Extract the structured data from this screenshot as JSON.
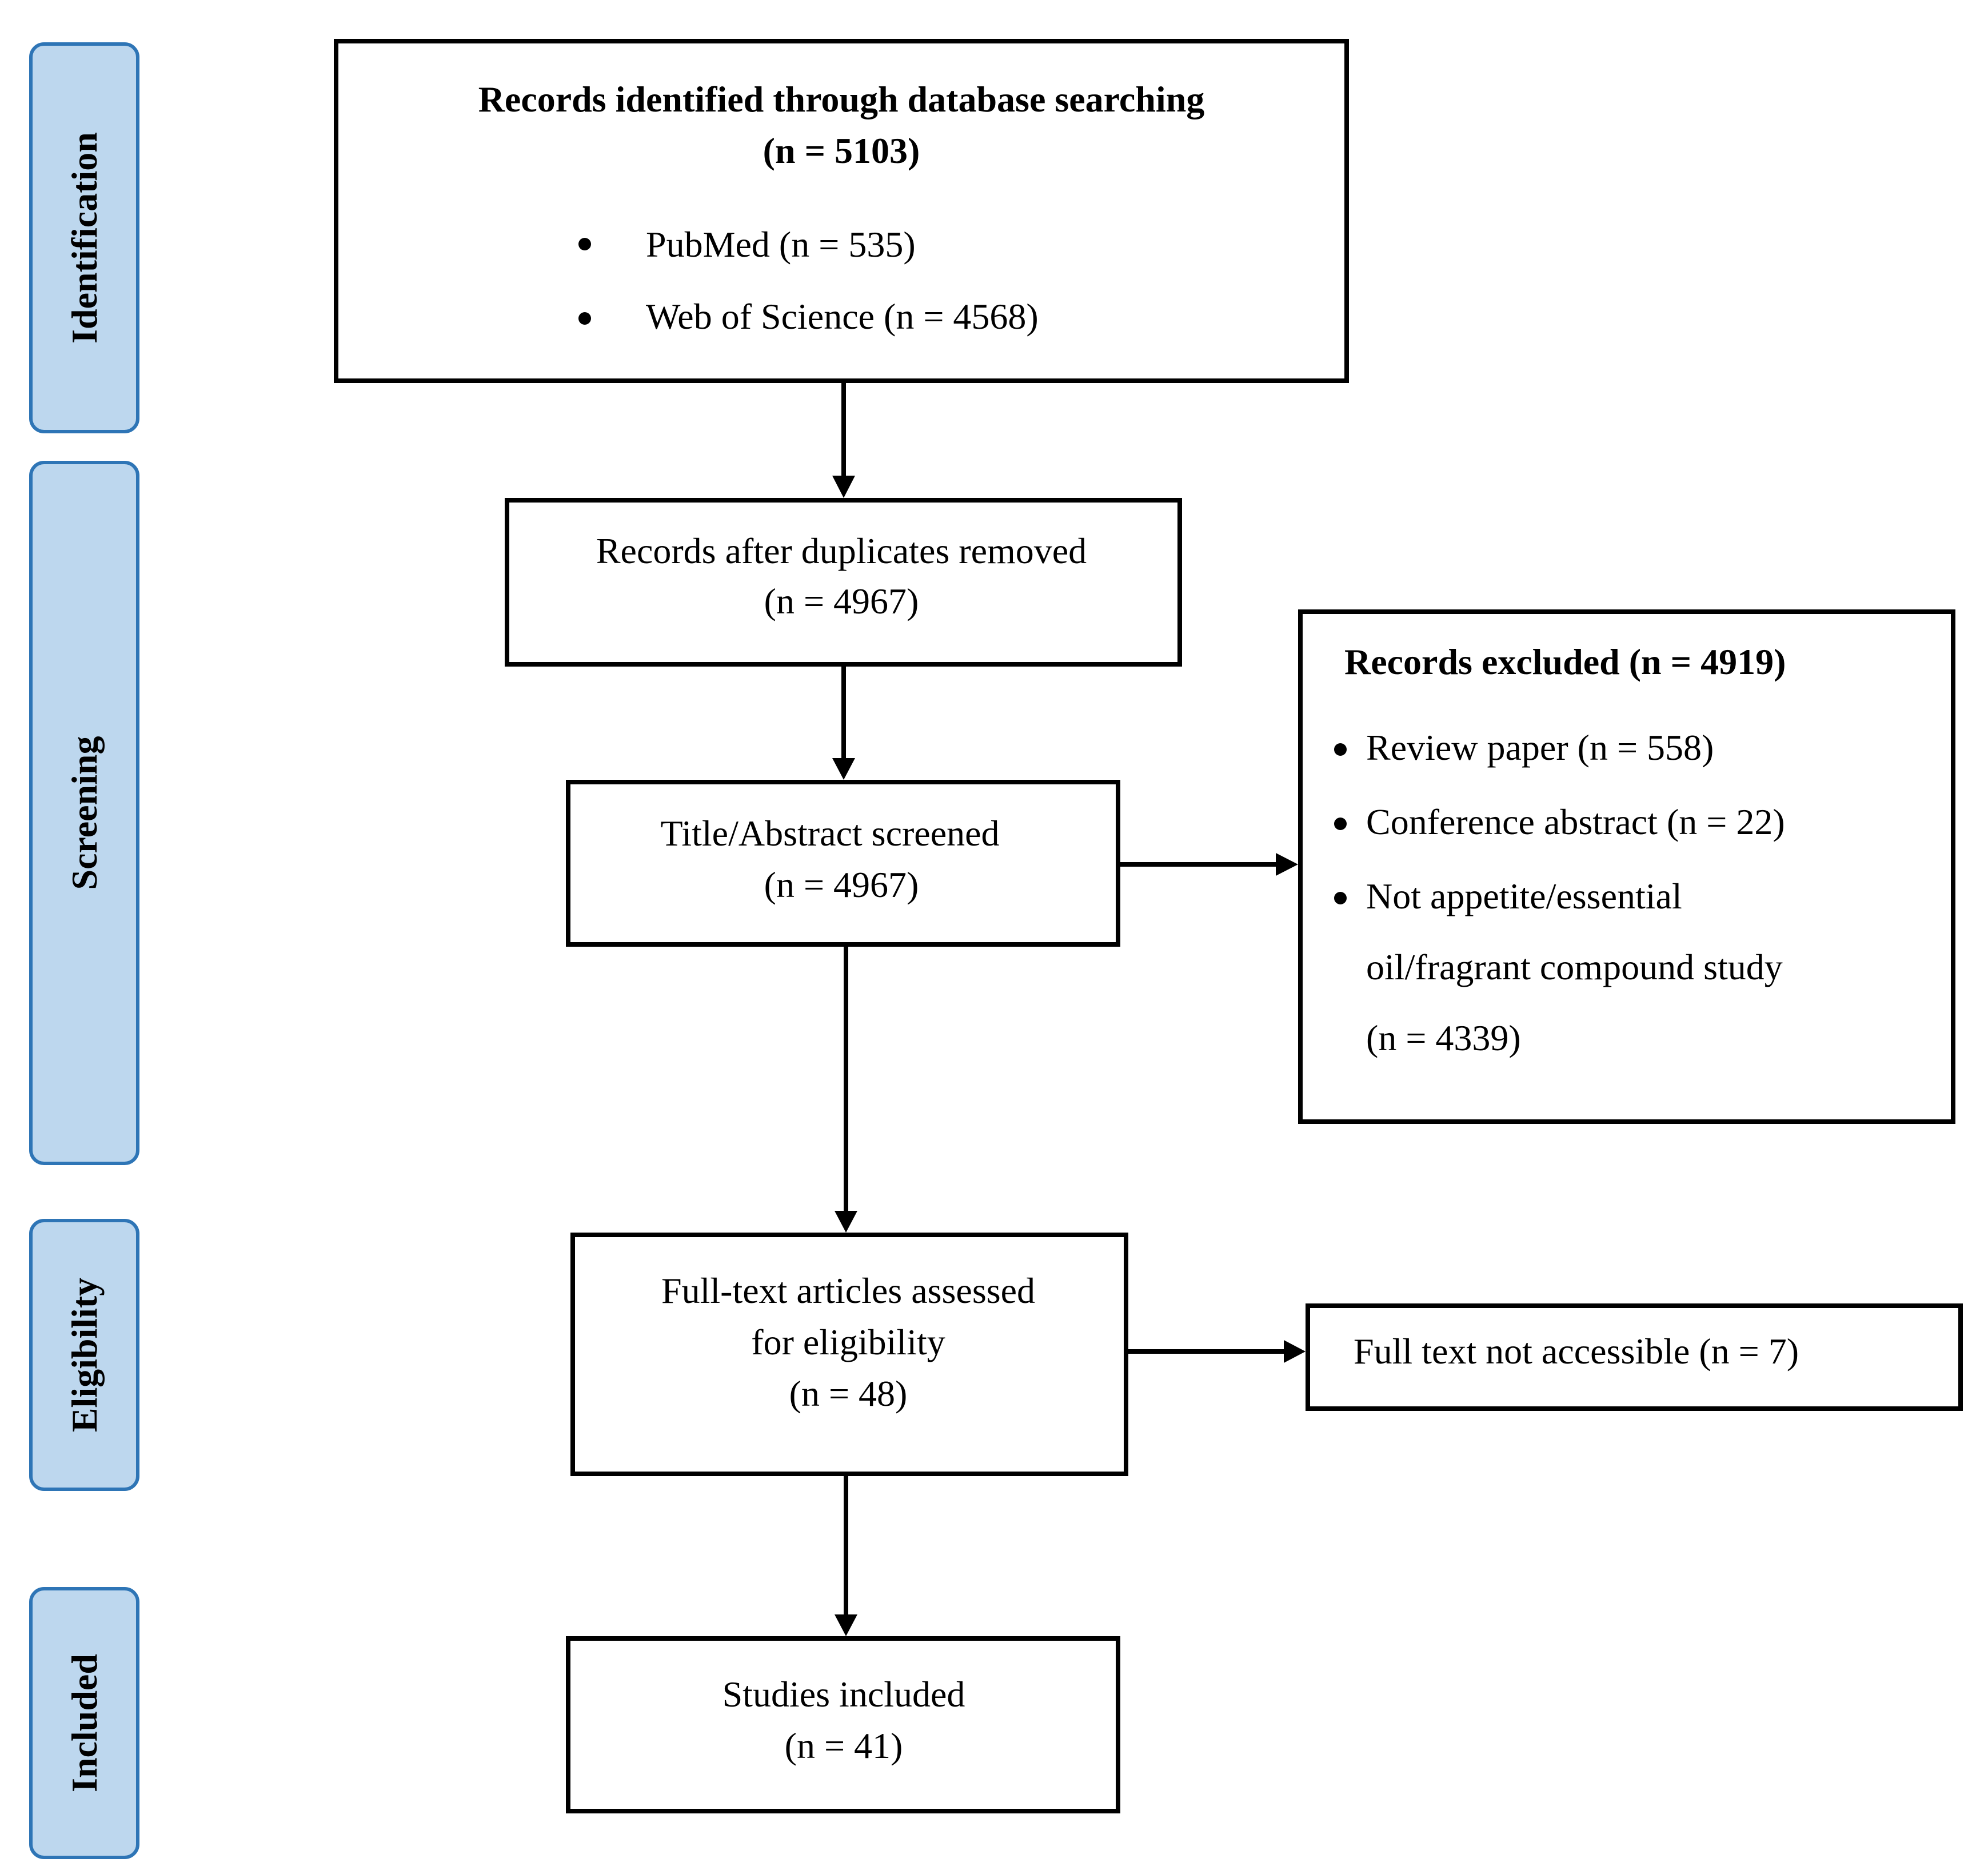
{
  "stages": {
    "identification": "Identification",
    "screening": "Screening",
    "eligibility": "Eligibility",
    "included": "Included"
  },
  "identified": {
    "title": "Records identified through database searching",
    "count": "(n = 5103)",
    "sources": [
      "PubMed (n = 535)",
      "Web of Science (n = 4568)"
    ]
  },
  "deduplicated": {
    "title": "Records after duplicates removed",
    "count": "(n = 4967)"
  },
  "screened": {
    "title": "Title/Abstract screened",
    "count": "(n = 4967)"
  },
  "excluded": {
    "title": "Records excluded (n = 4919)",
    "reasons": [
      "Review paper (n = 558)",
      "Conference abstract (n = 22)",
      "Not appetite/essential",
      "oil/fragrant compound study",
      "(n = 4339)"
    ]
  },
  "fulltext": {
    "line1": "Full-text articles assessed",
    "line2": "for eligibility",
    "count": "(n = 48)"
  },
  "not_accessible": {
    "label": "Full text not accessible (n = 7)"
  },
  "included": {
    "title": "Studies included",
    "count": "(n = 41)"
  },
  "colors": {
    "stage_fill": "#bdd7ee",
    "stage_border": "#2e75b6",
    "box_border": "#000000"
  }
}
